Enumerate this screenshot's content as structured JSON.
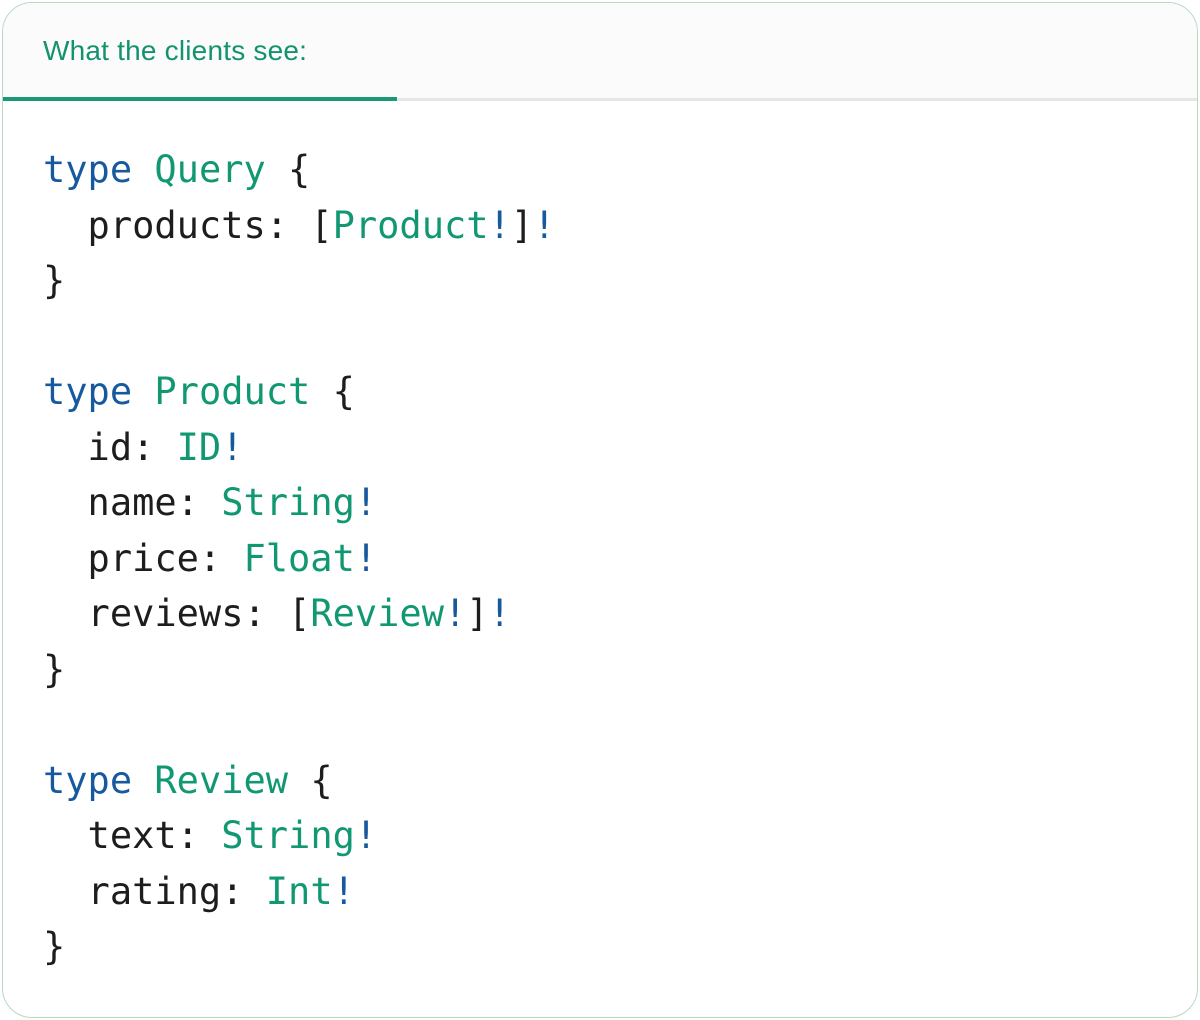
{
  "tab": {
    "label": "What the clients see:"
  },
  "colors": {
    "header_text": "#14926f",
    "tab_underline": "#189877",
    "tabbar_rule": "#e6e6e6",
    "card_border": "#b7d9c0",
    "keyword": "#17599e",
    "type_name": "#119873",
    "non_null_bang": "#17599e",
    "plain_code": "#1d1d1d",
    "card_background": "#ffffff",
    "tabbar_background": "#fbfbfb"
  },
  "code": {
    "language": "graphql",
    "lines": [
      [
        [
          "kw",
          "type"
        ],
        [
          "pl",
          " "
        ],
        [
          "ty",
          "Query"
        ],
        [
          "pl",
          " {"
        ]
      ],
      [
        [
          "pl",
          "  products: ["
        ],
        [
          "ty",
          "Product"
        ],
        [
          "bang",
          "!"
        ],
        [
          "pl",
          "]"
        ],
        [
          "bang",
          "!"
        ]
      ],
      [
        [
          "pl",
          "}"
        ]
      ],
      [],
      [
        [
          "kw",
          "type"
        ],
        [
          "pl",
          " "
        ],
        [
          "ty",
          "Product"
        ],
        [
          "pl",
          " {"
        ]
      ],
      [
        [
          "pl",
          "  id: "
        ],
        [
          "ty",
          "ID"
        ],
        [
          "bang",
          "!"
        ]
      ],
      [
        [
          "pl",
          "  name: "
        ],
        [
          "ty",
          "String"
        ],
        [
          "bang",
          "!"
        ]
      ],
      [
        [
          "pl",
          "  price: "
        ],
        [
          "ty",
          "Float"
        ],
        [
          "bang",
          "!"
        ]
      ],
      [
        [
          "pl",
          "  reviews: ["
        ],
        [
          "ty",
          "Review"
        ],
        [
          "bang",
          "!"
        ],
        [
          "pl",
          "]"
        ],
        [
          "bang",
          "!"
        ]
      ],
      [
        [
          "pl",
          "}"
        ]
      ],
      [],
      [
        [
          "kw",
          "type"
        ],
        [
          "pl",
          " "
        ],
        [
          "ty",
          "Review"
        ],
        [
          "pl",
          " {"
        ]
      ],
      [
        [
          "pl",
          "  text: "
        ],
        [
          "ty",
          "String"
        ],
        [
          "bang",
          "!"
        ]
      ],
      [
        [
          "pl",
          "  rating: "
        ],
        [
          "ty",
          "Int"
        ],
        [
          "bang",
          "!"
        ]
      ],
      [
        [
          "pl",
          "}"
        ]
      ]
    ]
  }
}
